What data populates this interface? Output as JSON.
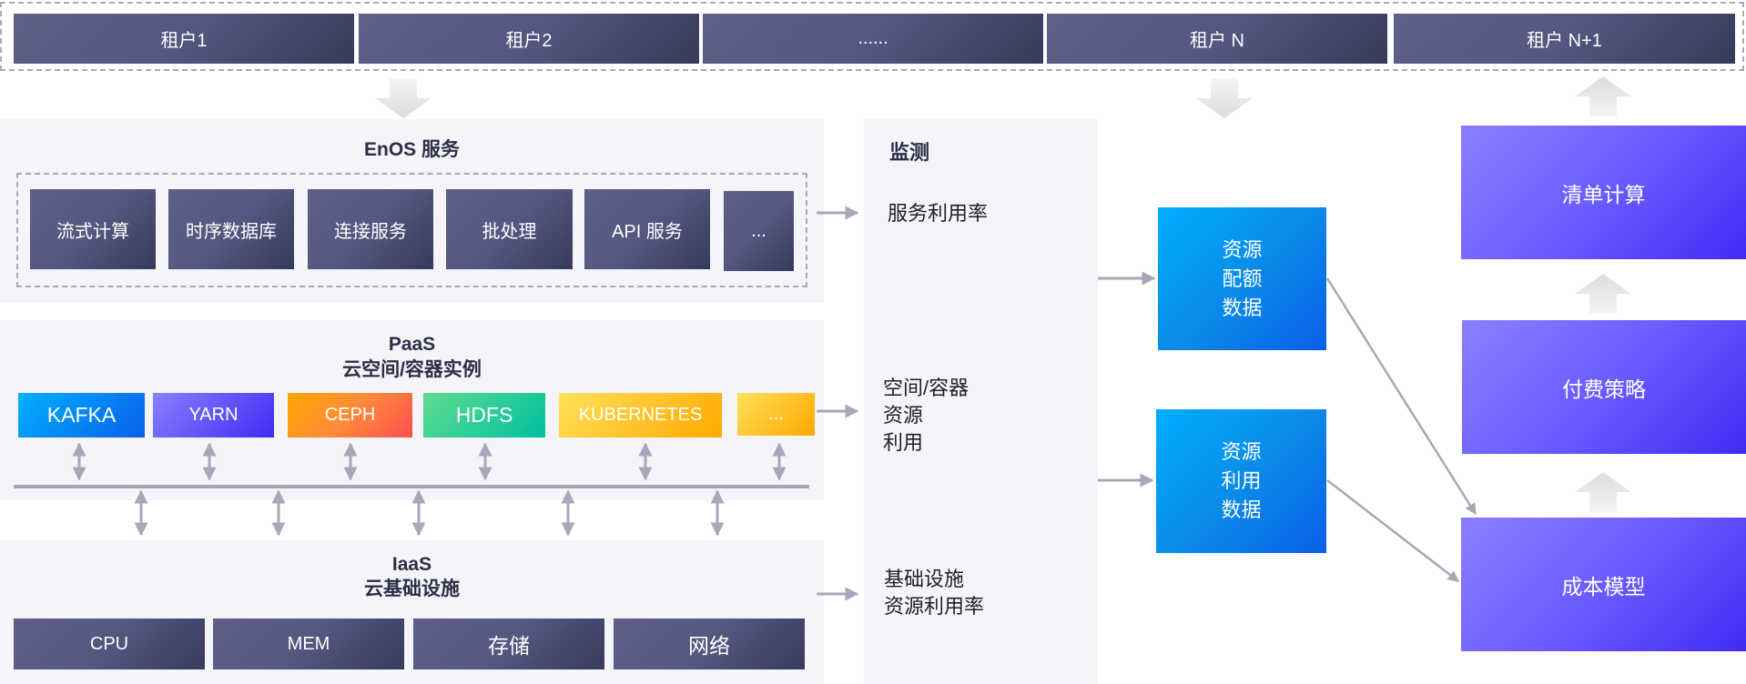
{
  "tenants": [
    "租户1",
    "租户2",
    "......",
    "租户 N",
    "租户 N+1"
  ],
  "enos": {
    "title": "EnOS 服务",
    "services": [
      "流式计算",
      "时序数据库",
      "连接服务",
      "批处理",
      "API 服务",
      "..."
    ]
  },
  "paas": {
    "title": "PaaS",
    "subtitle": "云空间/容器实例",
    "components": [
      "KAFKA",
      "YARN",
      "CEPH",
      "HDFS",
      "KUBERNETES",
      "..."
    ]
  },
  "iaas": {
    "title": "IaaS",
    "subtitle": "云基础设施",
    "resources": [
      "CPU",
      "MEM",
      "存储",
      "网络"
    ]
  },
  "monitor": {
    "title": "监测",
    "service_usage": "服务利用率",
    "container_usage": [
      "空间/容器",
      "资源",
      "利用"
    ],
    "infra_usage": [
      "基础设施",
      "资源利用率"
    ]
  },
  "data_boxes": {
    "quota": [
      "资源",
      "配额",
      "数据"
    ],
    "usage": [
      "资源",
      "利用",
      "数据"
    ]
  },
  "billing": {
    "bill_calc": "清单计算",
    "pricing_policy": "付费策略",
    "cost_model": "成本模型"
  }
}
